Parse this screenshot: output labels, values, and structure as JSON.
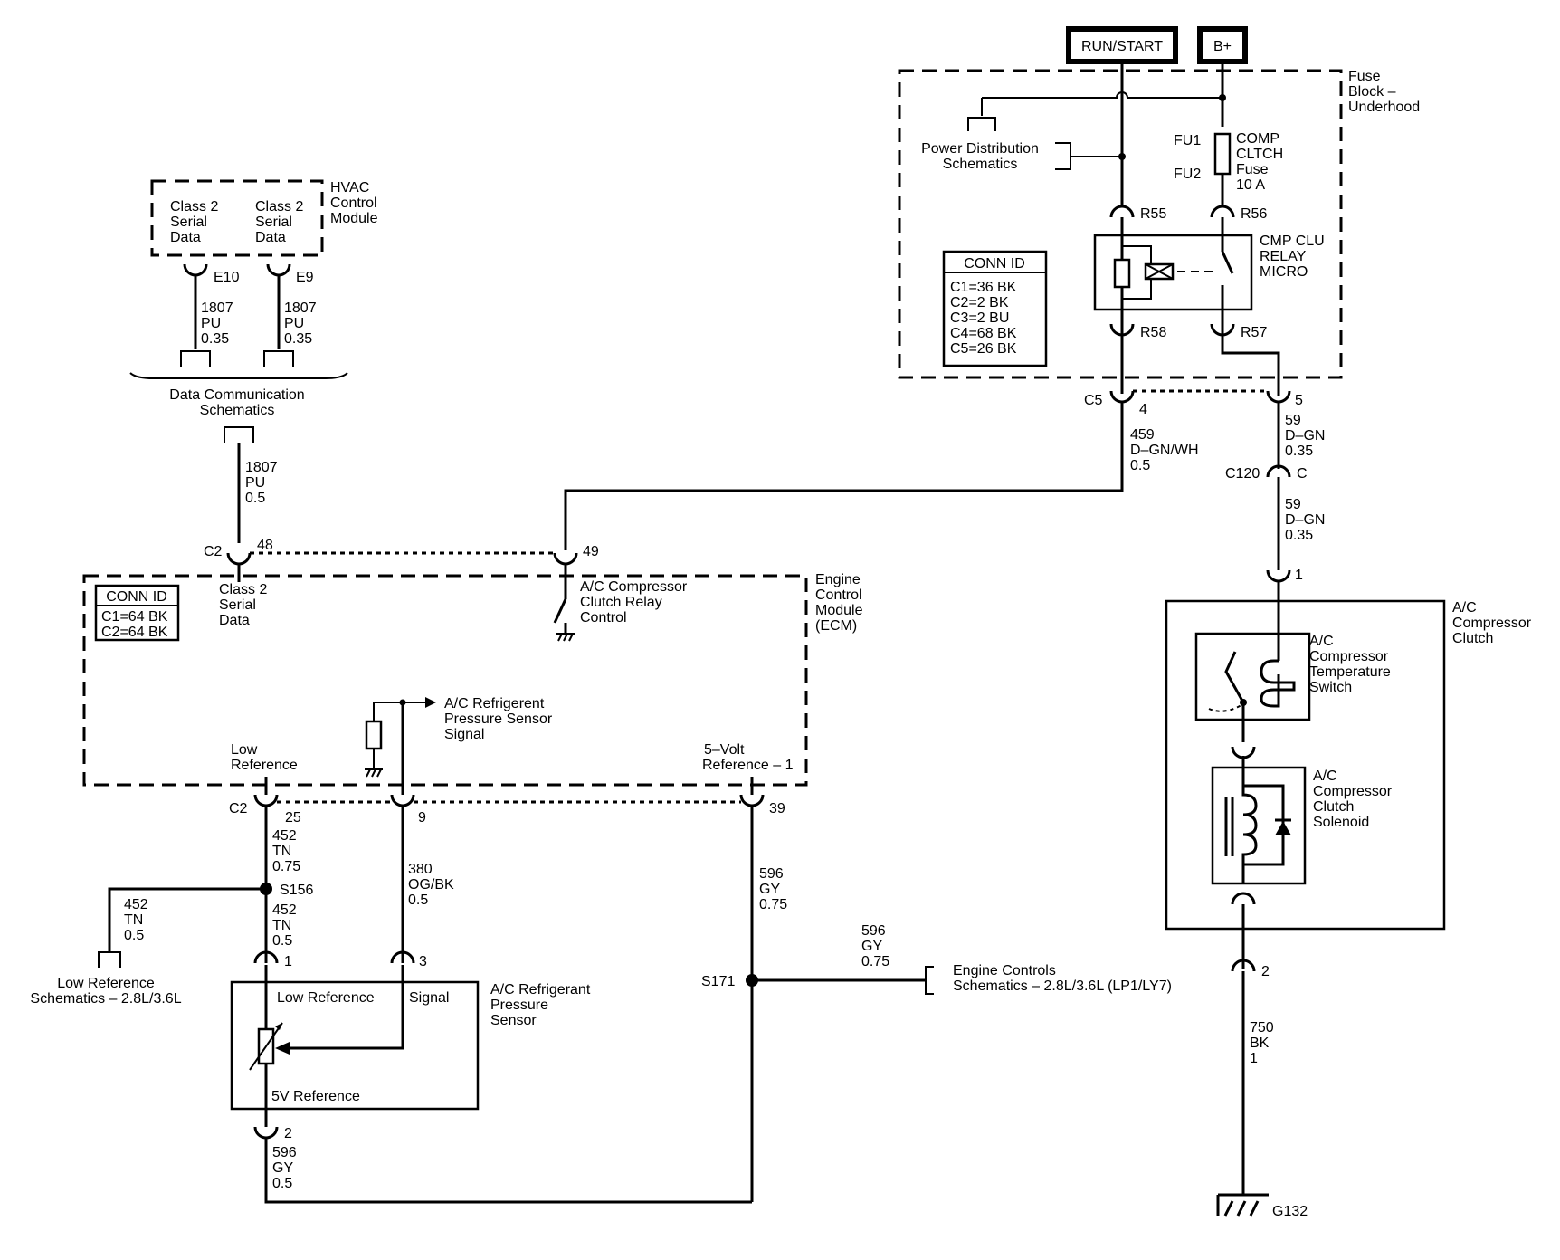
{
  "top": {
    "run_start": "RUN/START",
    "b_plus": "B+"
  },
  "fuse_block": {
    "title_lines": [
      "Fuse",
      "Block –",
      "Underhood"
    ],
    "power_dist_lines": [
      "Power Distribution",
      "Schematics"
    ],
    "fu1": "FU1",
    "fu2": "FU2",
    "fuse_lines": [
      "COMP",
      "CLTCH",
      "Fuse",
      "10 A"
    ],
    "r55": "R55",
    "r56": "R56",
    "r57": "R57",
    "r58": "R58",
    "relay_lines": [
      "CMP CLU",
      "RELAY",
      "MICRO"
    ],
    "conn_id": {
      "title": "CONN ID",
      "rows": [
        "C1=36 BK",
        "C2=2 BK",
        "C3=2 BU",
        "C4=68 BK",
        "C5=26 BK"
      ]
    }
  },
  "hvac": {
    "title_lines": [
      "HVAC",
      "Control",
      "Module"
    ],
    "left_lines": [
      "Class 2",
      "Serial",
      "Data"
    ],
    "right_lines": [
      "Class 2",
      "Serial",
      "Data"
    ],
    "e10": "E10",
    "e9": "E9",
    "wire_e10": [
      "1807",
      "PU",
      "0.35"
    ],
    "wire_e9": [
      "1807",
      "PU",
      "0.35"
    ]
  },
  "data_comm": {
    "lines": [
      "Data Communication",
      "Schematics"
    ],
    "wire": [
      "1807",
      "PU",
      "0.5"
    ]
  },
  "c5": {
    "label": "C5",
    "pin4": "4",
    "pin5": "5",
    "wire_459": [
      "459",
      "D–GN/WH",
      "0.5"
    ],
    "wire_59a": [
      "59",
      "D–GN",
      "0.35"
    ]
  },
  "c120": {
    "label": "C120",
    "pin": "C",
    "wire_59b": [
      "59",
      "D–GN",
      "0.35"
    ]
  },
  "ecm": {
    "title_lines": [
      "Engine",
      "Control",
      "Module",
      "(ECM)"
    ],
    "c2": "C2",
    "pin48": "48",
    "pin49": "49",
    "conn_id": {
      "title": "CONN ID",
      "rows": [
        "C1=64 BK",
        "C2=64 BK"
      ]
    },
    "class2_lines": [
      "Class 2",
      "Serial",
      "Data"
    ],
    "relay_ctrl_lines": [
      "A/C Compressor",
      "Clutch Relay",
      "Control"
    ],
    "sensor_signal_lines": [
      "A/C Refrigerent",
      "Pressure Sensor",
      "Signal"
    ],
    "low_ref_lines": [
      "Low",
      "Reference"
    ],
    "five_volt_lines": [
      "5–Volt",
      "Reference – 1"
    ],
    "c2_bottom": "C2",
    "pin25": "25",
    "pin9": "9",
    "pin39": "39"
  },
  "wires_bottom": {
    "w452a": [
      "452",
      "TN",
      "0.75"
    ],
    "s156": "S156",
    "w452b": [
      "452",
      "TN",
      "0.5"
    ],
    "w452c": [
      "452",
      "TN",
      "0.5"
    ],
    "low_ref_sch": [
      "Low Reference",
      "Schematics – 2.8L/3.6L"
    ],
    "w380": [
      "380",
      "OG/BK",
      "0.5"
    ],
    "w596a": [
      "596",
      "GY",
      "0.75"
    ],
    "s171": "S171",
    "w596b": [
      "596",
      "GY",
      "0.75"
    ],
    "engine_controls": [
      "Engine Controls",
      "Schematics – 2.8L/3.6L (LP1/LY7)"
    ],
    "w596c": [
      "596",
      "GY",
      "0.5"
    ],
    "pin1": "1",
    "pin3": "3",
    "pin2": "2"
  },
  "sensor": {
    "title_lines": [
      "A/C Refrigerant",
      "Pressure",
      "Sensor"
    ],
    "low_ref": "Low Reference",
    "signal": "Signal",
    "five_v": "5V Reference"
  },
  "clutch": {
    "pin1": "1",
    "pin2": "2",
    "title_lines": [
      "A/C",
      "Compressor",
      "Clutch"
    ],
    "temp_switch_lines": [
      "A/C",
      "Compressor",
      "Temperature",
      "Switch"
    ],
    "solenoid_lines": [
      "A/C",
      "Compressor",
      "Clutch",
      "Solenoid"
    ],
    "w750": [
      "750",
      "BK",
      "1"
    ],
    "g132": "G132"
  }
}
